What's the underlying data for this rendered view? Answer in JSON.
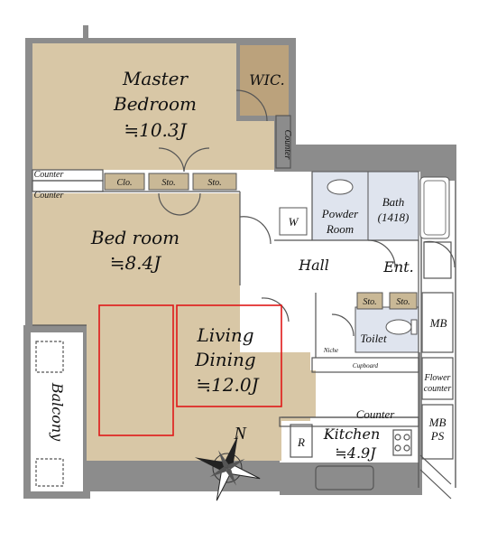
{
  "colors": {
    "wall": "#8c8c8c",
    "floor_tan": "#d8c7a6",
    "floor_wic": "#bba27c",
    "storage": "#c9b896",
    "wet_area": "#dfe4ee",
    "plan_line": "#555555",
    "tatami_outline": "#e01818"
  },
  "rooms": {
    "master": {
      "line1": "Master",
      "line2": "Bedroom",
      "area": "≒10.3J"
    },
    "wic": "WIC.",
    "bedroom": {
      "line1": "Bed room",
      "area": "≒8.4J"
    },
    "living": {
      "line1": "Living",
      "line2": "Dining",
      "area": "≒12.0J"
    },
    "kitchen": {
      "line1": "Kitchen",
      "area": "≒4.9J"
    },
    "hall": "Hall",
    "entrance": "Ent.",
    "toilet": "Toilet",
    "powder": {
      "line1": "Powder",
      "line2": "Room"
    },
    "bath": {
      "line1": "Bath",
      "line2": "(1418)"
    },
    "balcony": "Balcony"
  },
  "storage": {
    "clo": "Clo.",
    "sto1": "Sto.",
    "sto2": "Sto.",
    "sto3": "Sto.",
    "sto4": "Sto."
  },
  "fixtures": {
    "counter_left_1": "Counter",
    "counter_left_2": "Counter",
    "counter_vertical": "Counter",
    "counter_kitchen": "Counter",
    "cupboard": "Cupboard",
    "niche": "Niche",
    "washer": "W",
    "fridge": "R",
    "mb": "MB",
    "mb_ps_1": "MB",
    "mb_ps_2": "PS",
    "flower_1": "Flower",
    "flower_2": "counter"
  },
  "compass": {
    "label": "N"
  }
}
